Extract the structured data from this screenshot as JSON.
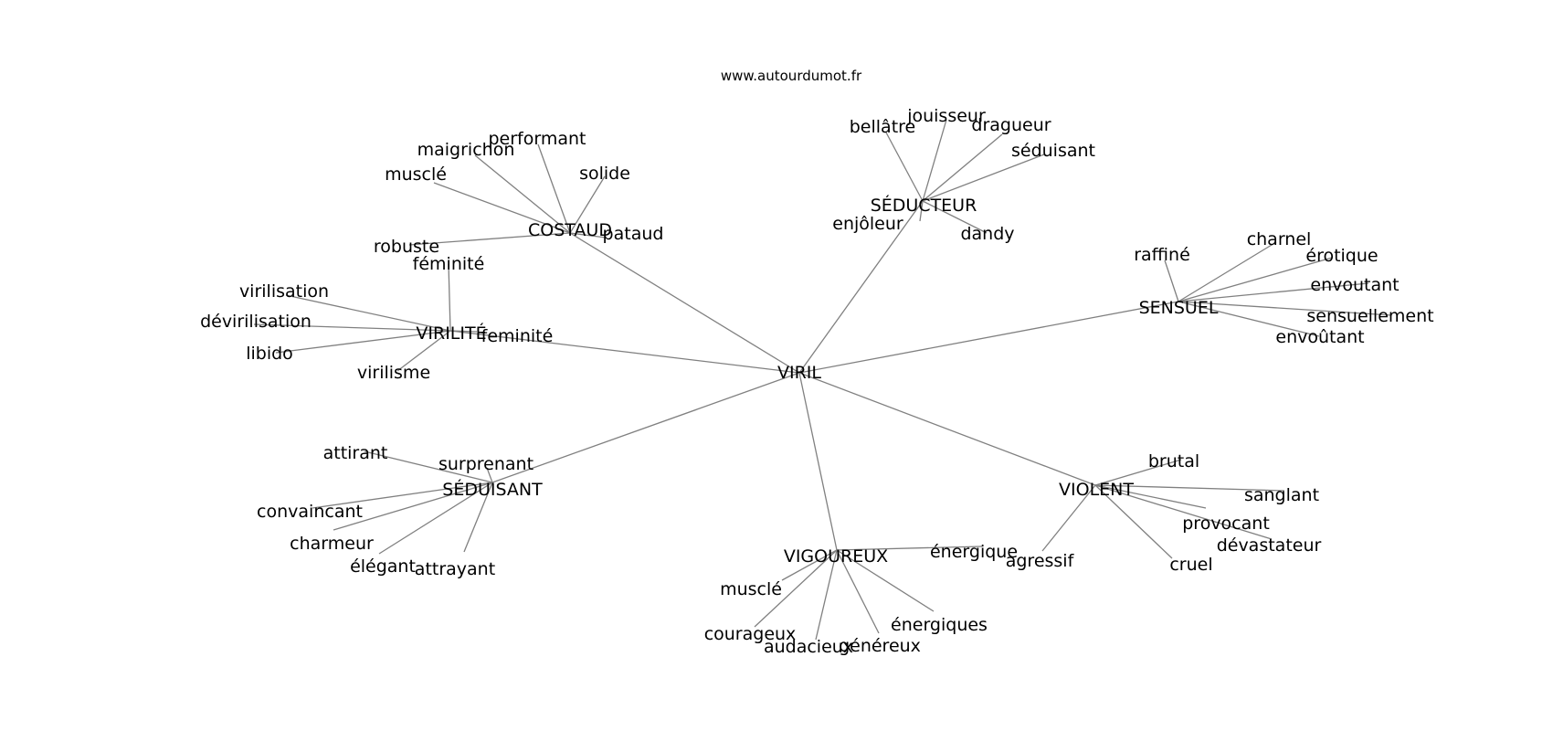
{
  "site": "www.autourdumot.fr",
  "colors": {
    "edge": "#808080",
    "text": "#000000",
    "background": "#ffffff"
  },
  "graph": {
    "root": "VIRIL",
    "groups": [
      {
        "hub": "COSTAUD",
        "words": [
          "musclé",
          "maigrichon",
          "performant",
          "solide",
          "pataud",
          "robuste"
        ]
      },
      {
        "hub": "SÉDUCTEUR",
        "words": [
          "bellâtre",
          "jouisseur",
          "dragueur",
          "séduisant",
          "enjôleur",
          "dandy"
        ]
      },
      {
        "hub": "SENSUEL",
        "words": [
          "raffiné",
          "charnel",
          "érotique",
          "envoutant",
          "sensuellement",
          "envoûtant"
        ]
      },
      {
        "hub": "VIRILITÉ",
        "words": [
          "féminité",
          "virilisation",
          "dévirilisation",
          "libido",
          "virilisme",
          "feminité"
        ]
      },
      {
        "hub": "SÉDUISANT",
        "words": [
          "attirant",
          "surprenant",
          "convaincant",
          "charmeur",
          "élégant",
          "attrayant"
        ]
      },
      {
        "hub": "VIGOUREUX",
        "words": [
          "énergique",
          "musclé",
          "courageux",
          "audacieux",
          "généreux",
          "énergiques"
        ]
      },
      {
        "hub": "VIOLENT",
        "words": [
          "brutal",
          "sanglant",
          "provocant",
          "dévastateur",
          "cruel",
          "agressif"
        ]
      }
    ]
  }
}
